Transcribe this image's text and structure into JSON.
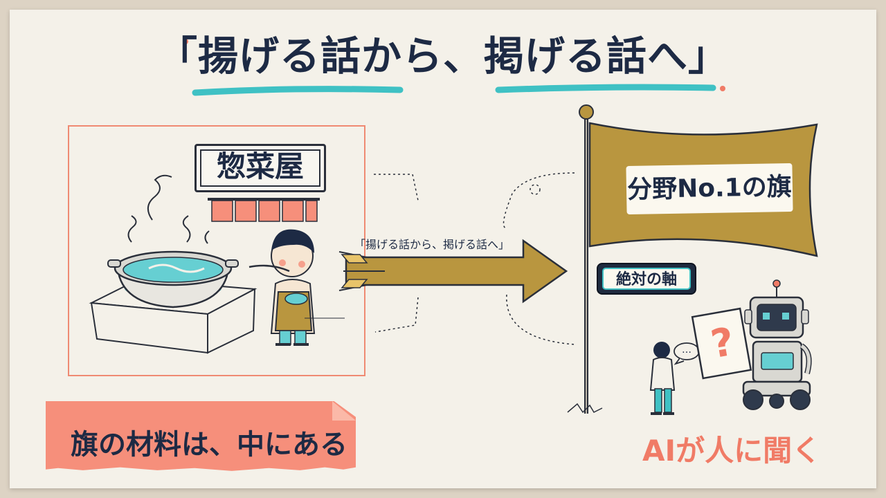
{
  "title": "「揚げる話から、掲げる話へ」",
  "shop_sign": "惣菜屋",
  "arrow_label": "「揚げる話から、掲げる話へ」",
  "flag_text": "分野No.1の旗",
  "axis_tag": "絶対の軸",
  "note_text": "旗の材料は、中にある",
  "ai_text": "AIが人に聞く",
  "robot_sign": "?",
  "speech_bubble": "…",
  "colors": {
    "background": "#ddd3c4",
    "paper": "#f4f1e9",
    "navy": "#1d2a44",
    "coral": "#f68f7b",
    "teal": "#3fc1c4",
    "gold": "#b9963f"
  },
  "icons": [
    "pot-icon",
    "steam-icon",
    "child-tasting-icon",
    "noren-curtain-icon",
    "arrow-icon",
    "flag-icon",
    "robot-icon",
    "person-icon",
    "speech-bubble-icon"
  ]
}
